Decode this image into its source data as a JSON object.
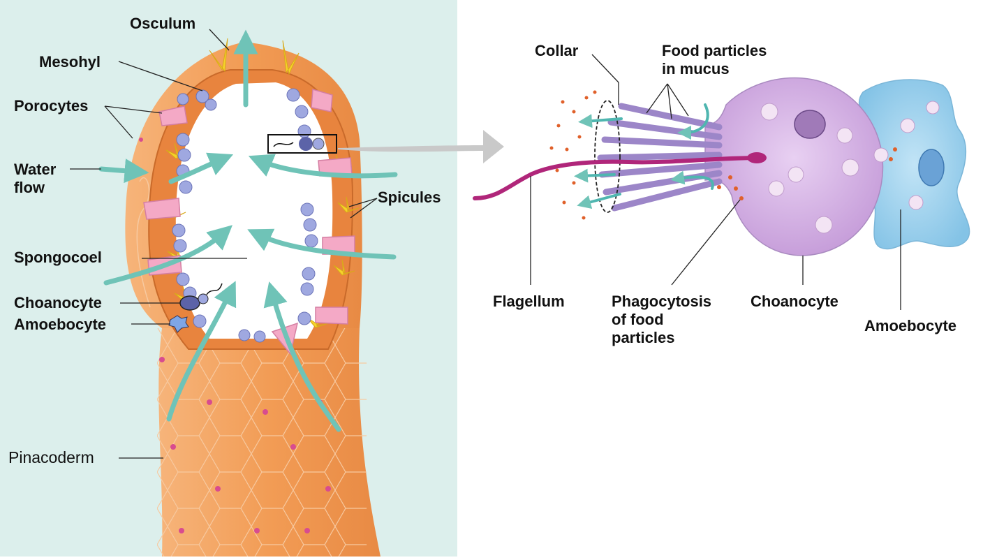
{
  "left_panel": {
    "labels": {
      "osculum": "Osculum",
      "mesohyl": "Mesohyl",
      "porocytes": "Porocytes",
      "water_flow": [
        "Water",
        "flow"
      ],
      "spicules": "Spicules",
      "spongocoel": "Spongocoel",
      "choanocyte": "Choanocyte",
      "amoebocyte": "Amoebocyte",
      "pinacoderm": "Pinacoderm"
    }
  },
  "right_panel": {
    "labels": {
      "collar": "Collar",
      "food_particles": [
        "Food particles",
        "in mucus"
      ],
      "flagellum": "Flagellum",
      "phagocytosis": [
        "Phagocytosis",
        "of food",
        "particles"
      ],
      "choanocyte": "Choanocyte",
      "amoebocyte": "Amoebocyte"
    }
  },
  "colors": {
    "panel_bg": "#dcefec",
    "body_orange": "#f2a566",
    "body_dark": "#d77b36",
    "water_arrow": "#6fc3b7",
    "pore_pink": "#f4a9c6",
    "choanocyte_blue": "#9fa8e0",
    "spicule_yellow": "#f5d22a",
    "cell_purple": "#d6b4e6",
    "amoebocyte_blue": "#9fd2ee",
    "flagellum_magenta": "#b0267a",
    "food_dot": "#e0602a"
  }
}
